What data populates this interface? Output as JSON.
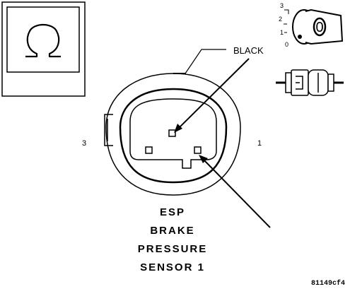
{
  "labels": {
    "wire_color": "BLACK",
    "pin_left": "3",
    "pin_right": "1",
    "title_lines": [
      "ESP",
      "BRAKE",
      "PRESSURE",
      "SENSOR 1"
    ],
    "figure_code": "81149cf4"
  },
  "ignition_key": {
    "positions": [
      "3",
      "2",
      "1",
      "0"
    ],
    "key_digit": "0"
  },
  "icons": {
    "ohm": "ohmmeter-icon",
    "ignition": "ignition-key-icon",
    "connector": "connector-icon"
  }
}
